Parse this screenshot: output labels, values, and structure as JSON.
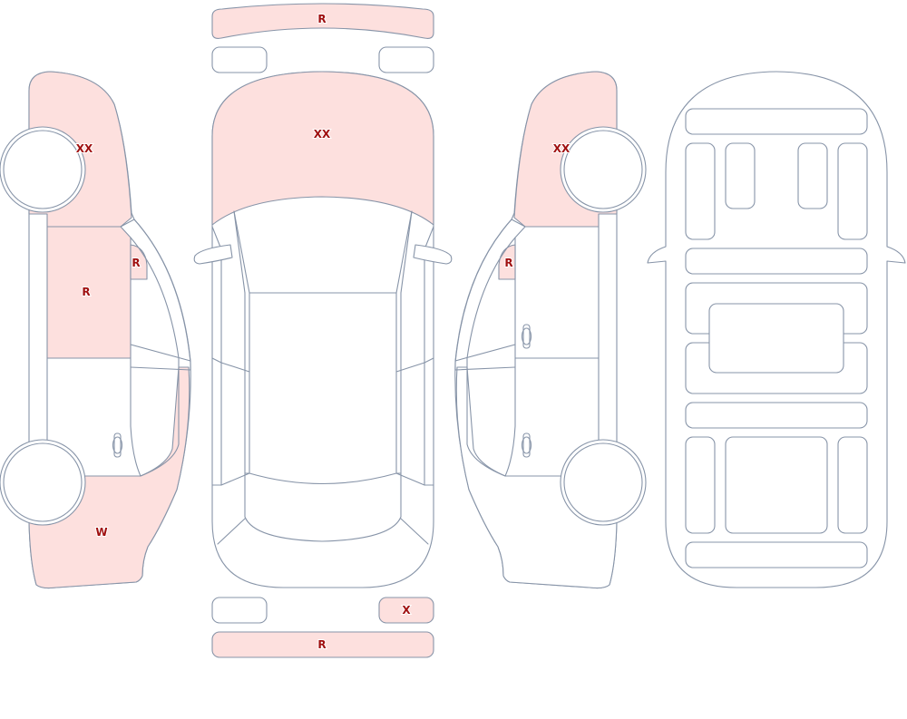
{
  "colors": {
    "damaged_fill": "#fde0de",
    "outline": "#8794a8",
    "marker_text": "#a01010"
  },
  "damage_codes": {
    "front_bumper": "R",
    "hood": "XX",
    "left_front_fender": "XX",
    "left_mirror": "R",
    "left_front_door": "R",
    "left_rear_quarter": "W",
    "right_front_fender": "XX",
    "right_mirror": "R",
    "right_tail_light": "X",
    "rear_bumper": "R"
  }
}
